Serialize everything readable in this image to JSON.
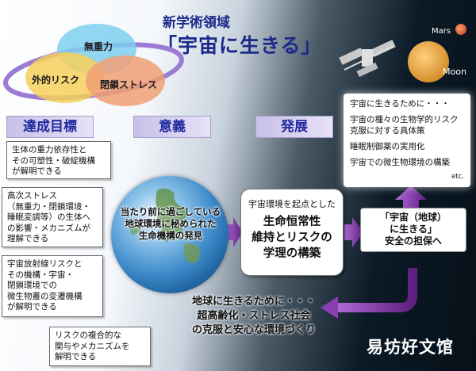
{
  "title": {
    "subtitle": "新学術領域",
    "main": "「宇宙に生きる」"
  },
  "venn": {
    "top": "無重力",
    "left": "外的リスク",
    "right": "閉鎖ストレス",
    "colors": {
      "top": "#7fd0ee",
      "left": "#f6d05a",
      "right": "#f0a074",
      "ring": "#9b7bd4"
    }
  },
  "headers": {
    "goal": "達成目標",
    "significance": "意義",
    "development": "発展"
  },
  "goals": [
    {
      "lines": [
        "生体の重力依存性と",
        "その可塑性・破綻機構",
        "が解明できる"
      ]
    },
    {
      "lines": [
        "高次ストレス",
        "（無重力・閉鎖環境・",
        "睡眠変調等）の生体へ",
        "の影響・メカニズムが",
        "理解できる"
      ]
    },
    {
      "lines": [
        "宇宙放射線リスクと",
        "その機構・宇宙・",
        "閉鎖環境での",
        "微生物叢の変遷機構",
        "が解明できる"
      ]
    },
    {
      "lines": [
        "リスクの複合的な",
        "関与やメカニズムを",
        "解明できる"
      ]
    }
  ],
  "globe": {
    "lines": [
      "当たり前に過ごしている",
      "地球環境に秘められた",
      "生命機構の発見"
    ]
  },
  "center": {
    "small": "宇宙環境を起点とした",
    "lines": [
      "生命恒常性",
      "維持とリスクの",
      "学理の構築"
    ]
  },
  "right_top": {
    "items": [
      {
        "lines": [
          "宇宙に生きるために・・・"
        ]
      },
      {
        "lines": [
          "宇宙の種々の生物学的リスク",
          "克服に対する具体策"
        ]
      },
      {
        "lines": [
          "睡眠制御薬の実用化"
        ]
      },
      {
        "lines": [
          "宇宙での微生物環境の構築"
        ]
      }
    ],
    "etc": "etc."
  },
  "right_mid": {
    "lines": [
      "「宇宙（地球）",
      "に生きる」",
      "安全の担保へ"
    ]
  },
  "bottom": {
    "lines": [
      "地球に生きるために・・・",
      "超高齢化・ストレス社会",
      "の克服と安心な環境づくり"
    ]
  },
  "space_labels": {
    "mars": "Mars",
    "moon": "Moon"
  },
  "brand": "易坊好文馆",
  "colors": {
    "arrow": "#6b2a8c",
    "header_text": "#1f2aa0",
    "title_text": "#1b2a8a"
  }
}
